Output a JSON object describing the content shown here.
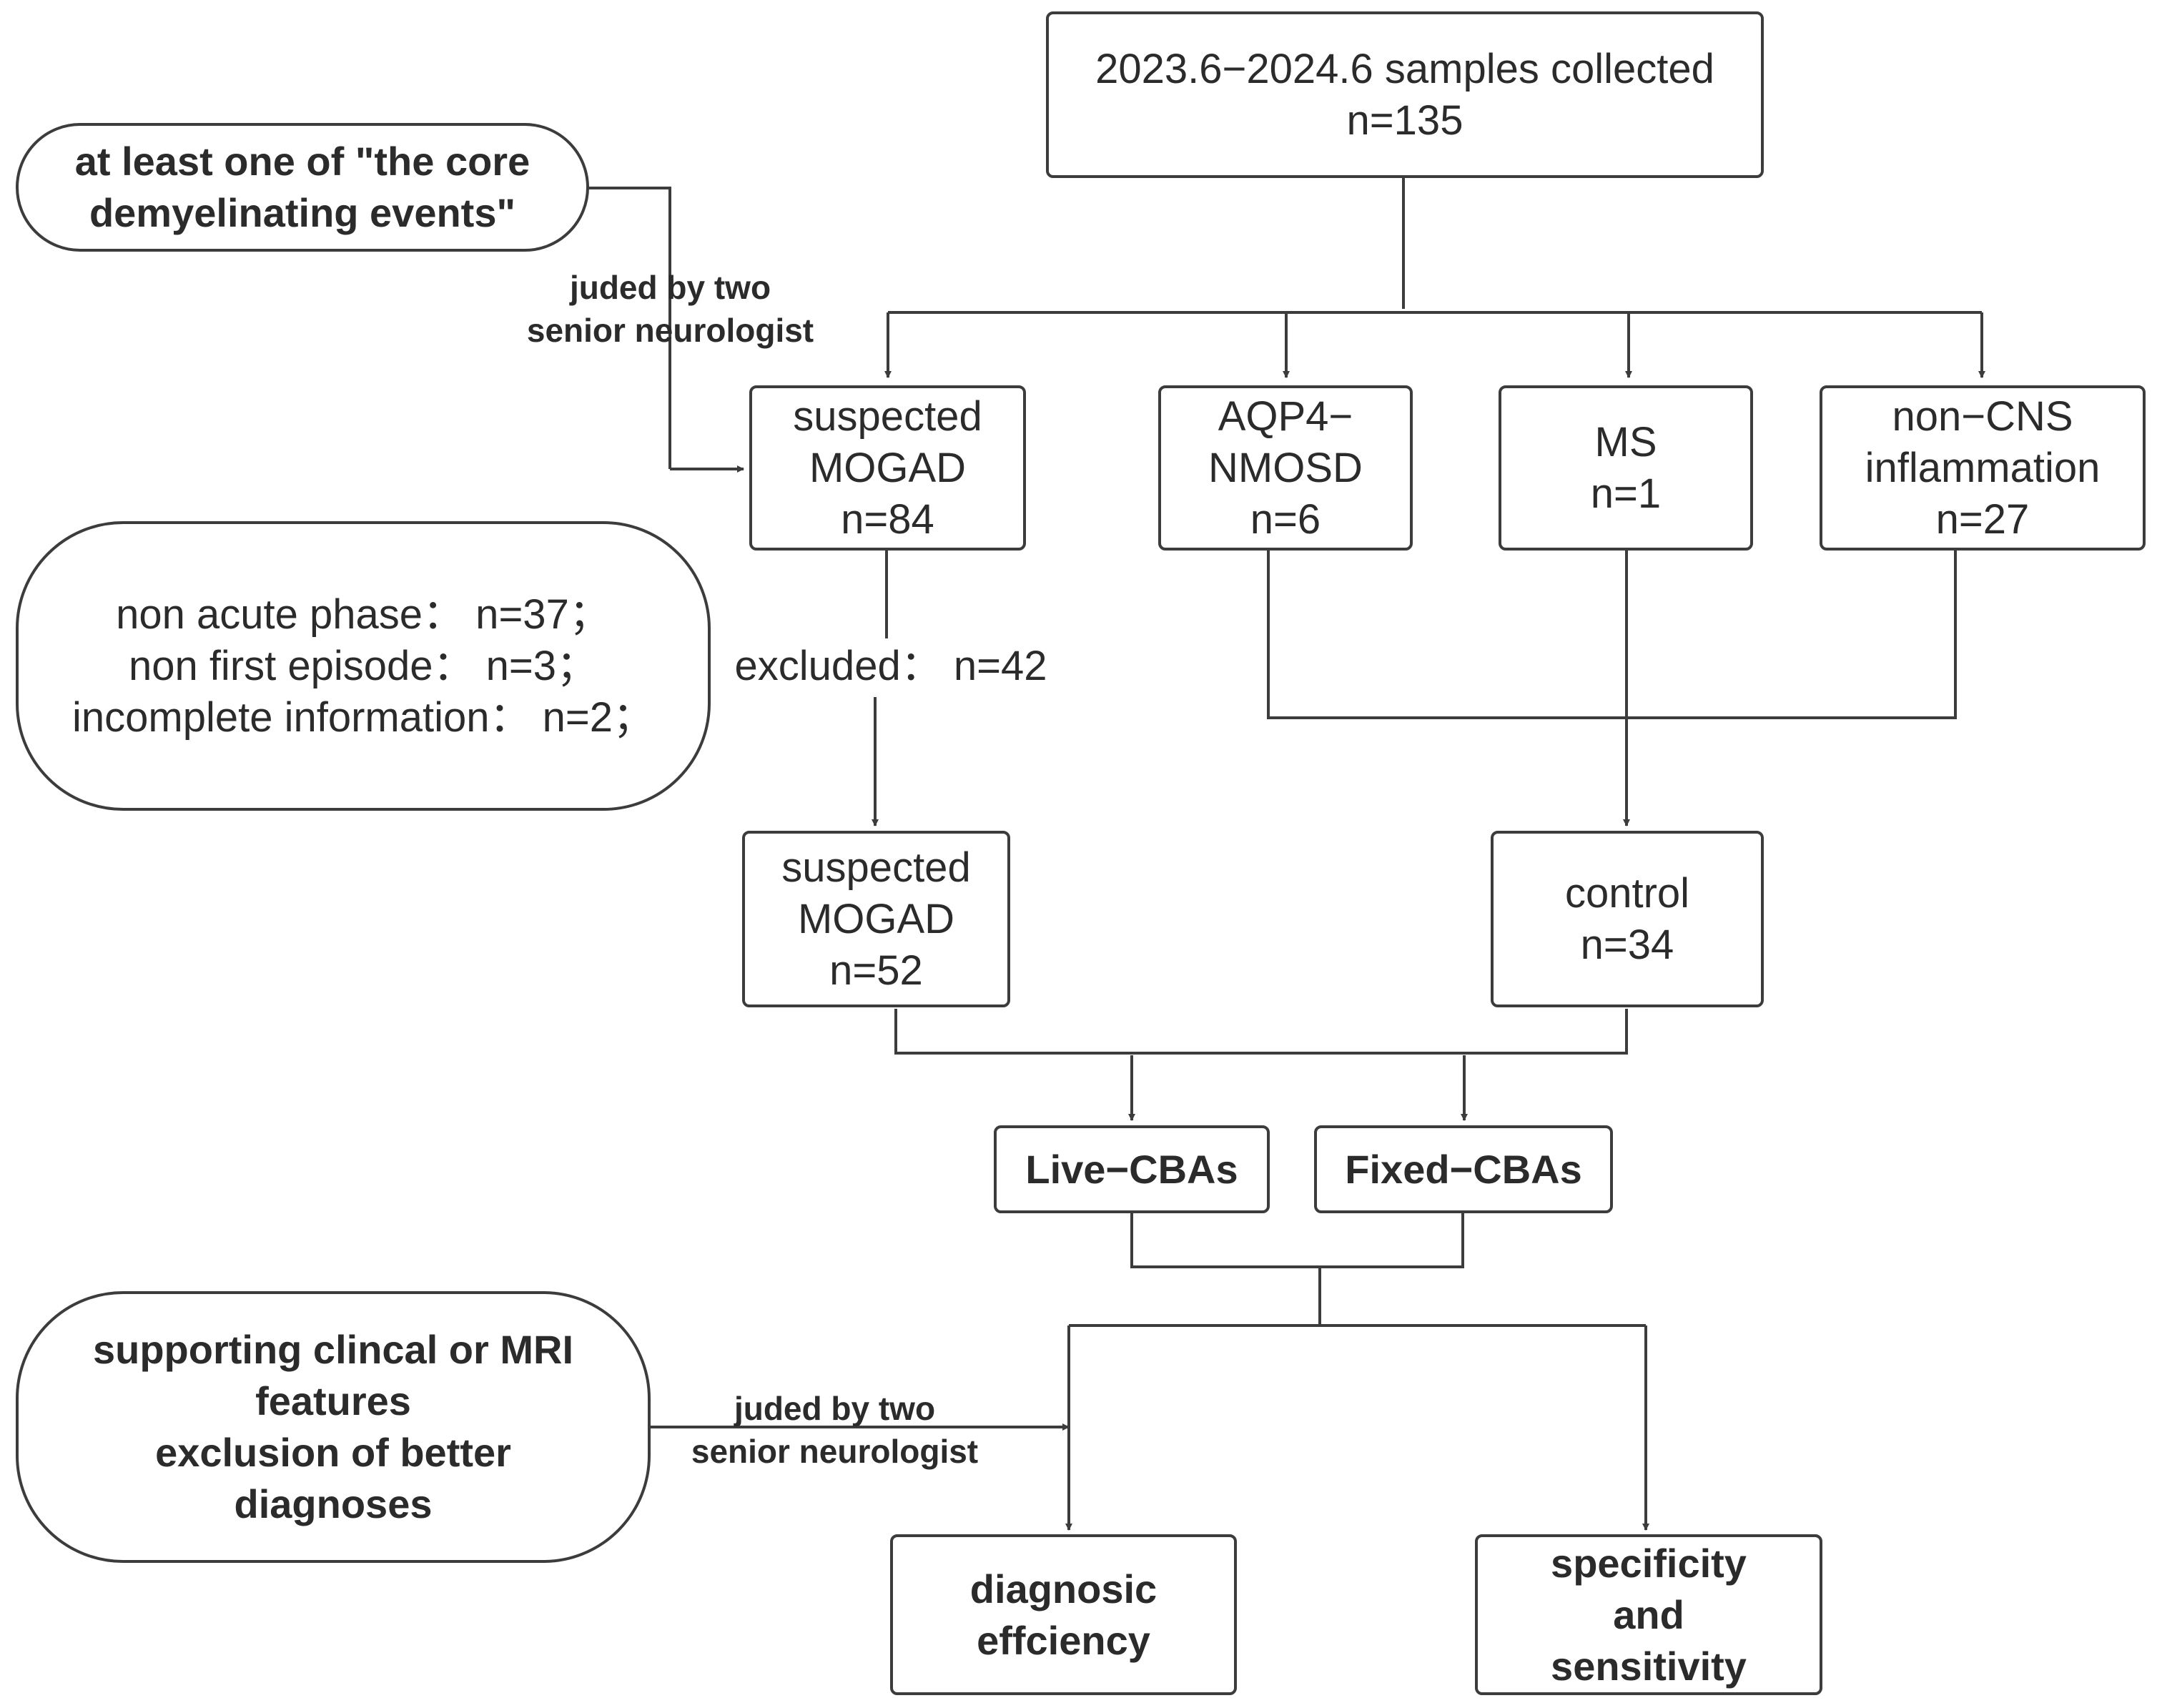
{
  "nodes": {
    "collected": {
      "lines": [
        "2023.6−2024.6 samples collected",
        "n=135"
      ]
    },
    "suspected_84": {
      "lines": [
        "suspected",
        "MOGAD",
        "n=84"
      ]
    },
    "aqp4": {
      "lines": [
        "AQP4−",
        "NMOSD",
        "n=6"
      ]
    },
    "ms": {
      "lines": [
        "MS",
        "n=1"
      ]
    },
    "noncns": {
      "lines": [
        "non−CNS",
        "inflammation",
        "n=27"
      ]
    },
    "suspected_52": {
      "lines": [
        "suspected",
        "MOGAD",
        "n=52"
      ]
    },
    "control": {
      "lines": [
        "control",
        "n=34"
      ]
    },
    "live_cba": {
      "lines": [
        "Live−CBAs"
      ]
    },
    "fixed_cba": {
      "lines": [
        "Fixed−CBAs"
      ]
    },
    "diagnostic": {
      "lines": [
        "diagnosic",
        "effciency"
      ]
    },
    "specificity": {
      "lines": [
        "specificity",
        "and",
        "sensitivity"
      ]
    }
  },
  "notes": {
    "core_events": {
      "lines": [
        "at least one of \"the core",
        "demyelinating events\""
      ]
    },
    "exclusions": {
      "lines": [
        "non acute phase： n=37；",
        "non first episode： n=3；",
        "incomplete information： n=2；"
      ]
    },
    "supporting": {
      "lines": [
        "supporting clincal or MRI",
        "features",
        "exclusion of better",
        "diagnoses"
      ]
    }
  },
  "edge_labels": {
    "judged_top": {
      "lines": [
        "juded by two",
        "senior neurologist"
      ]
    },
    "excluded": {
      "lines": [
        "excluded： n=42"
      ]
    },
    "judged_bottom": {
      "lines": [
        "juded by two",
        "senior neurologist"
      ]
    }
  }
}
